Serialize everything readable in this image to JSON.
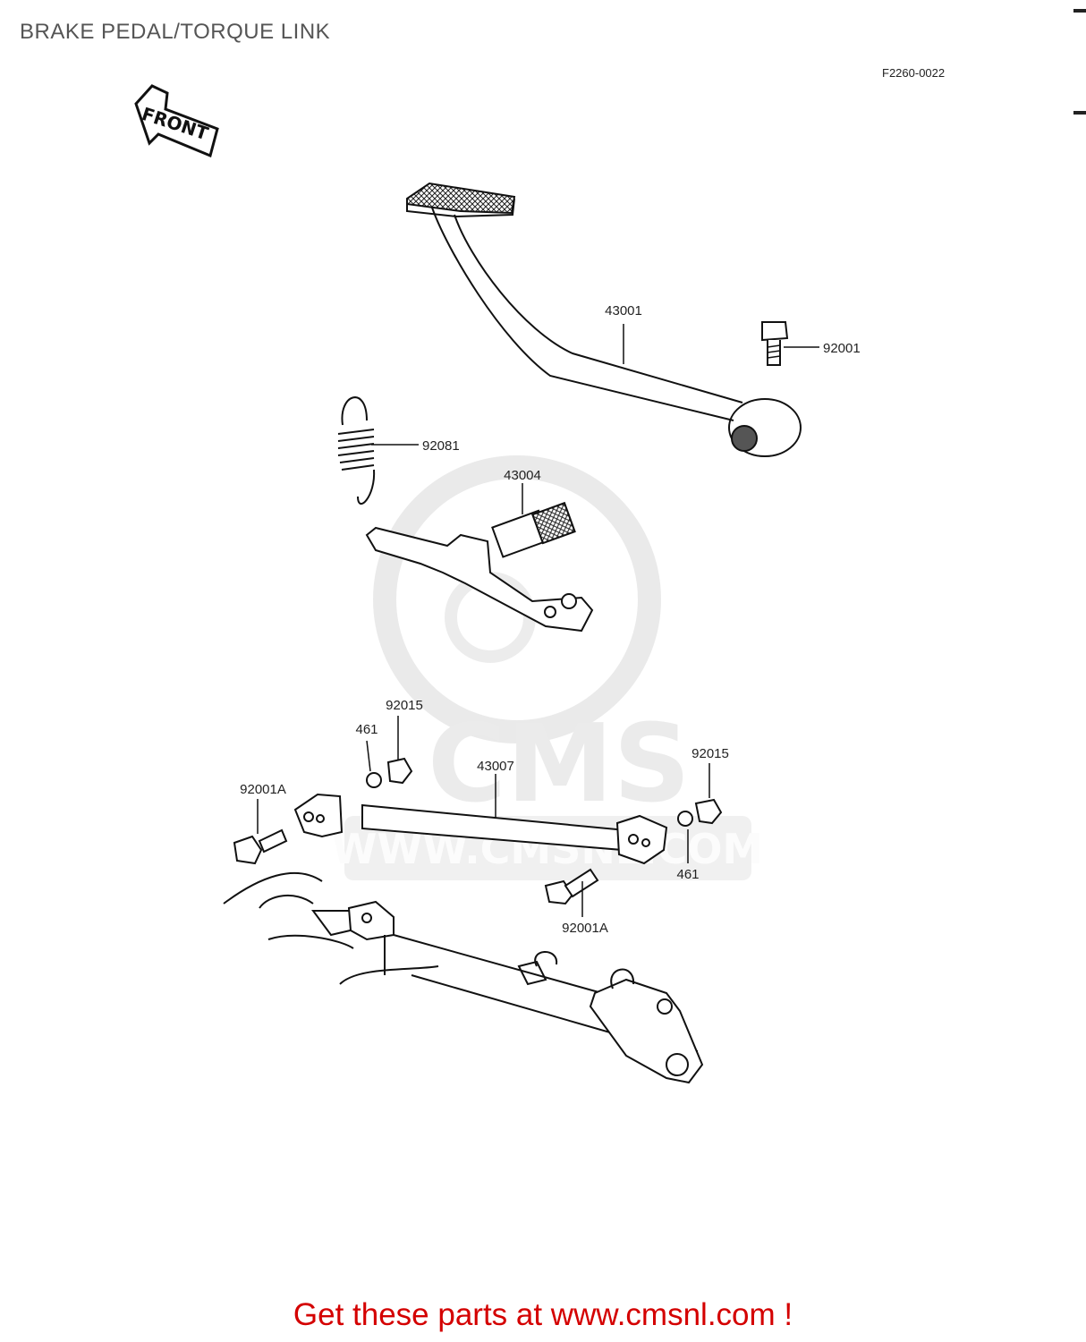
{
  "title": "BRAKE PEDAL/TORQUE LINK",
  "figure_code": "F2260-0022",
  "front_label": "FRONT",
  "watermark": {
    "logo_text": "CMS",
    "url_text": "WWW.CMSNL.COM"
  },
  "callouts": {
    "pedal": "43001",
    "pedal_bolt": "92001",
    "spring": "92081",
    "shaft": "43004",
    "nut_top": "92015",
    "washer_top": "461",
    "bolt_left": "92001A",
    "torque_link": "43007",
    "nut_right": "92015",
    "washer_right": "461",
    "bolt_bottom": "92001A"
  },
  "footer": "Get these parts at www.cmsnl.com !"
}
